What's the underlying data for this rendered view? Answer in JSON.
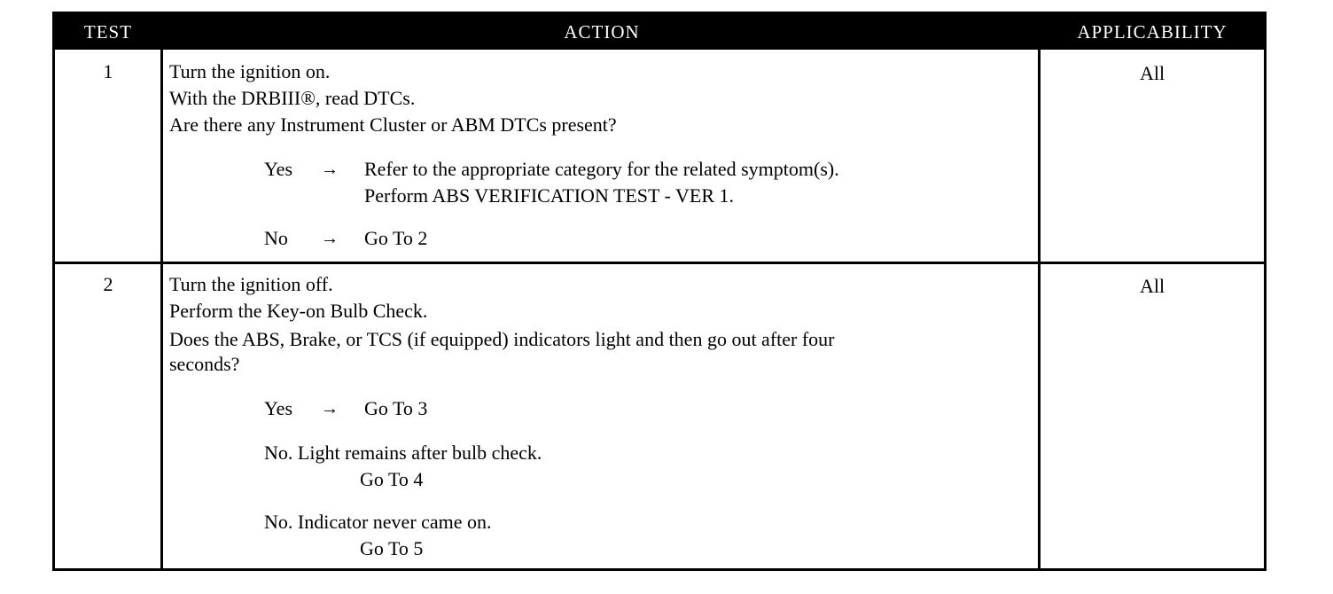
{
  "header": {
    "test": "TEST",
    "action": "ACTION",
    "applicability": "APPLICABILITY"
  },
  "rows": [
    {
      "test": "1",
      "applicability": "All",
      "lines": [
        "Turn the ignition on.",
        "With the DRBIII®, read DTCs.",
        "Are there any Instrument Cluster or ABM DTCs present?"
      ],
      "yes_label": "Yes",
      "yes_text_1": "Refer to the appropriate category for the related symptom(s).",
      "yes_text_2": "Perform ABS VERIFICATION TEST - VER 1.",
      "no_label": "No",
      "no_goto": "Go To   2"
    },
    {
      "test": "2",
      "applicability": "All",
      "lines": [
        "Turn the ignition off.",
        "Perform the Key-on Bulb Check.",
        "Does the ABS, Brake, or TCS (if equipped) indicators light and then go out after four",
        "seconds?"
      ],
      "yes_label": "Yes",
      "yes_goto": "Go To   3",
      "no1_label": "No. Light remains after bulb check.",
      "no1_goto": "Go To   4",
      "no2_label": "No. Indicator never came on.",
      "no2_goto": "Go To   5"
    }
  ],
  "arrow": "→"
}
